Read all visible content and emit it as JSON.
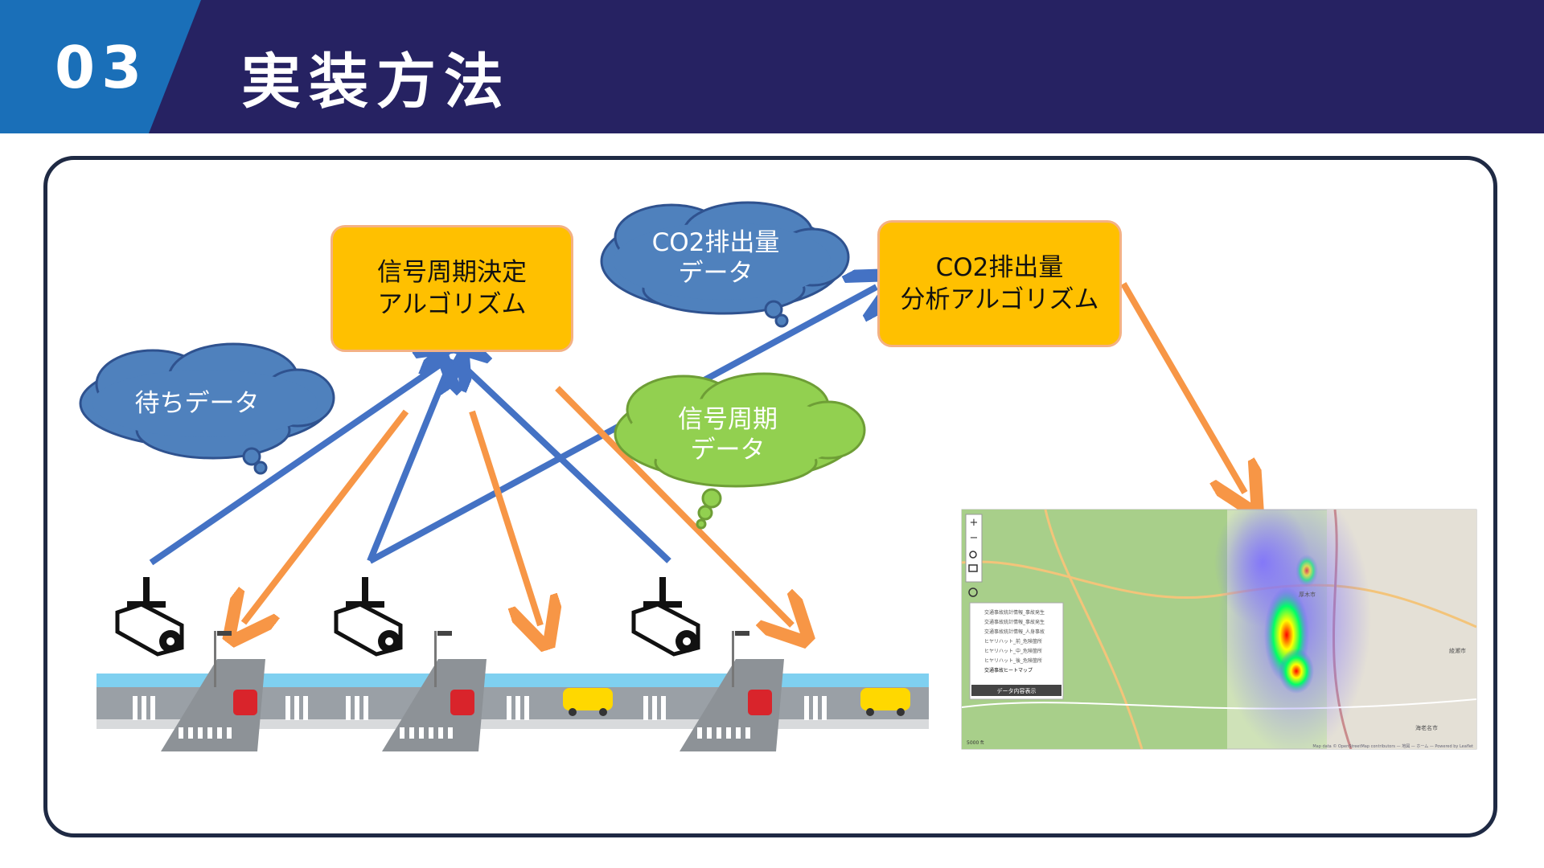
{
  "header": {
    "section_number": "03",
    "title": "実装方法"
  },
  "boxes": {
    "signal_algorithm": "信号周期決定\nアルゴリズム",
    "co2_algorithm": "CO2排出量\n分析アルゴリズム"
  },
  "clouds": {
    "wait_data": "待ちデータ",
    "co2_data_line1": "CO2排出量",
    "co2_data_line2": "データ",
    "signal_data_line1": "信号周期",
    "signal_data_line2": "データ"
  },
  "map": {
    "zoom_in": "+",
    "zoom_out": "−",
    "layers": [
      "交通事故統計情報_事故発生",
      "交通事故統計情報_事故発生",
      "交通事故統計情報_人身事故",
      "ヒヤリハット_前_危険箇所",
      "ヒヤリハット_中_危険箇所",
      "ヒヤリハット_後_危険箇所",
      "交通事故ヒートマップ"
    ],
    "data_button": "データ内容表示",
    "scale_label": "5000 ft",
    "attribution": "Map data © OpenStreetMap contributors — 地図 — ホーム — Powered by Leaflet",
    "place_labels": [
      "厚木市",
      "海老名市",
      "綾瀬市"
    ]
  },
  "colors": {
    "header_bg": "#262262",
    "tab_bg": "#1a6fb8",
    "box_fill": "#ffc000",
    "blue_arrow": "#4472c4",
    "orange_arrow": "#f79646",
    "blue_cloud": "#4f81bd",
    "green_cloud": "#92d050"
  }
}
